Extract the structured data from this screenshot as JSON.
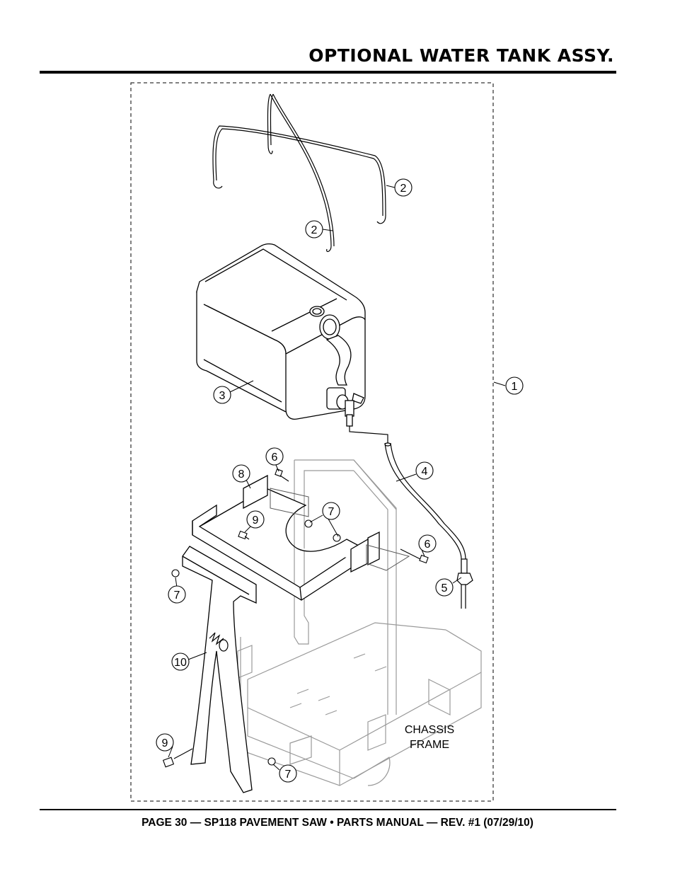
{
  "header": {
    "title": "OPTIONAL WATER TANK ASSY."
  },
  "footer": {
    "text": "PAGE 30 — SP118 PAVEMENT SAW • PARTS MANUAL — REV. #1 (07/29/10)"
  },
  "diagram": {
    "callouts": [
      {
        "id": "callout-1",
        "number": "1"
      },
      {
        "id": "callout-2a",
        "number": "2"
      },
      {
        "id": "callout-2b",
        "number": "2"
      },
      {
        "id": "callout-3",
        "number": "3"
      },
      {
        "id": "callout-4",
        "number": "4"
      },
      {
        "id": "callout-5",
        "number": "5"
      },
      {
        "id": "callout-6a",
        "number": "6"
      },
      {
        "id": "callout-6b",
        "number": "6"
      },
      {
        "id": "callout-7a",
        "number": "7"
      },
      {
        "id": "callout-7b",
        "number": "7"
      },
      {
        "id": "callout-7c",
        "number": "7"
      },
      {
        "id": "callout-8",
        "number": "8"
      },
      {
        "id": "callout-9a",
        "number": "9"
      },
      {
        "id": "callout-9b",
        "number": "9"
      },
      {
        "id": "callout-10",
        "number": "10"
      }
    ],
    "chassis_label_line1": "CHASSIS",
    "chassis_label_line2": "FRAME"
  }
}
